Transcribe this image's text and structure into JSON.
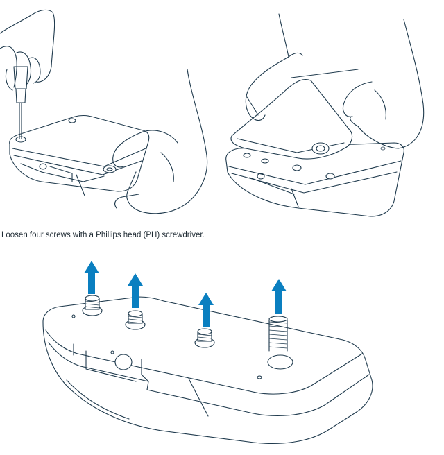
{
  "caption": "Loosen four screws with a Phillips head (PH) screwdriver.",
  "colors": {
    "line": "#1f3a4d",
    "arrow": "#0a7fc0",
    "background": "#ffffff"
  },
  "icons": [
    "hand",
    "screwdriver",
    "screw",
    "spring",
    "arrow-up"
  ]
}
